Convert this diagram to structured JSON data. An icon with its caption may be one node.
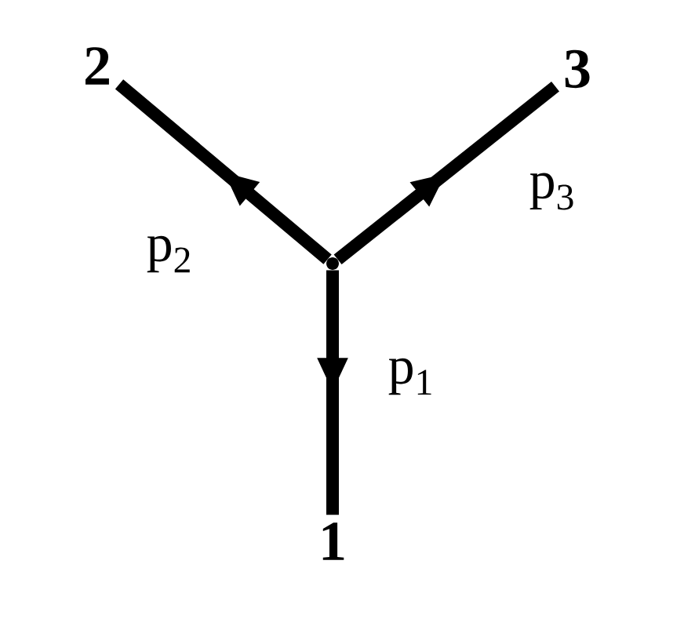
{
  "diagram": {
    "nodes": [
      {
        "text": [],
        "shape": "dot"
      },
      {
        "text": [
          "1"
        ]
      },
      {
        "text": [
          "2"
        ]
      },
      {
        "text": [
          "3"
        ]
      }
    ],
    "edges": [
      {
        "from": 0,
        "to": 1,
        "arrow": "to",
        "label": "p$_{1}$"
      },
      {
        "from": 0,
        "to": 2,
        "arrow": "to",
        "label": "p$_{2}$"
      },
      {
        "from": 0,
        "to": 3,
        "arrow": "to",
        "label": "p$_{3}$"
      }
    ]
  }
}
